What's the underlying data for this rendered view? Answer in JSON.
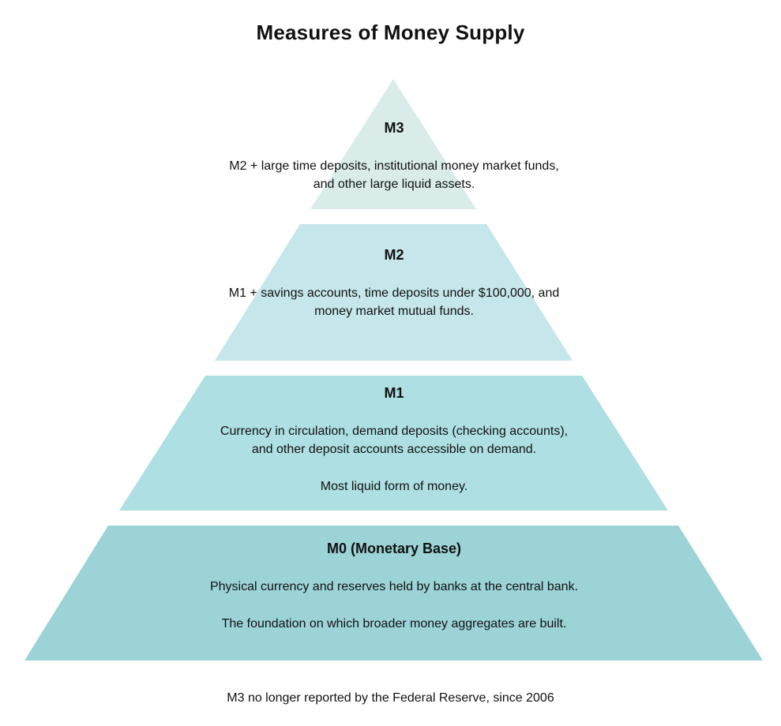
{
  "title": "Measures of Money Supply",
  "colors": {
    "m3": "#d9ecea",
    "m2": "#c5e6ea",
    "m1": "#aedfe2",
    "m0": "#9bd3d6"
  },
  "levels": {
    "m3": {
      "name": "M3",
      "line1": "M2 + large time deposits, institutional money market funds,",
      "line2": "and other large liquid assets."
    },
    "m2": {
      "name": "M2",
      "line1": "M1 + savings accounts, time deposits under $100,000, and",
      "line2": "money market mutual funds."
    },
    "m1": {
      "name": "M1",
      "line1": "Currency in circulation, demand deposits (checking accounts),",
      "line2": "and other deposit accounts accessible on demand.",
      "note": "Most liquid form of money."
    },
    "m0": {
      "name": "M0 (Monetary Base)",
      "line1": "Physical currency and reserves held by banks at the central bank.",
      "note": "The foundation on which broader money aggregates are built."
    }
  },
  "footnote": "M3 no longer reported by the Federal Reserve, since 2006"
}
